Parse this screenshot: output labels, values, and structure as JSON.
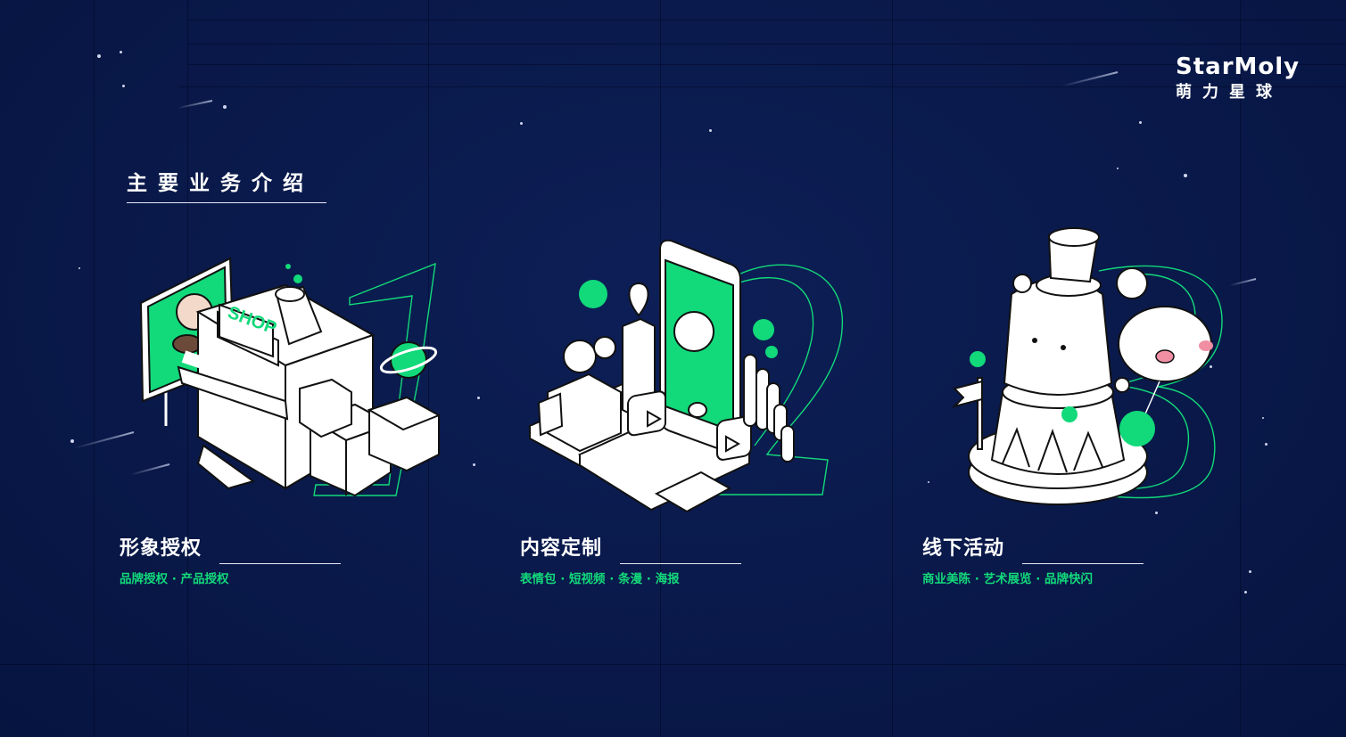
{
  "brand": {
    "name_en": "StarMoly",
    "name_cn": "萌力星球"
  },
  "section": {
    "title": "主要业务介绍"
  },
  "colors": {
    "background": "#0a1a4c",
    "accent_green": "#12d97a",
    "text_white": "#ffffff"
  },
  "services": [
    {
      "number": "1",
      "title": "形象授权",
      "subtitle": "品牌授权 · 产品授权",
      "illustration": "shop-building-illustration",
      "sign_text": "SHOP"
    },
    {
      "number": "2",
      "title": "内容定制",
      "subtitle": "表情包 · 短视频 · 条漫 · 海报",
      "illustration": "phone-media-illustration"
    },
    {
      "number": "3",
      "title": "线下活动",
      "subtitle": "商业美陈 · 艺术展览 · 品牌快闪",
      "illustration": "circus-character-illustration"
    }
  ]
}
